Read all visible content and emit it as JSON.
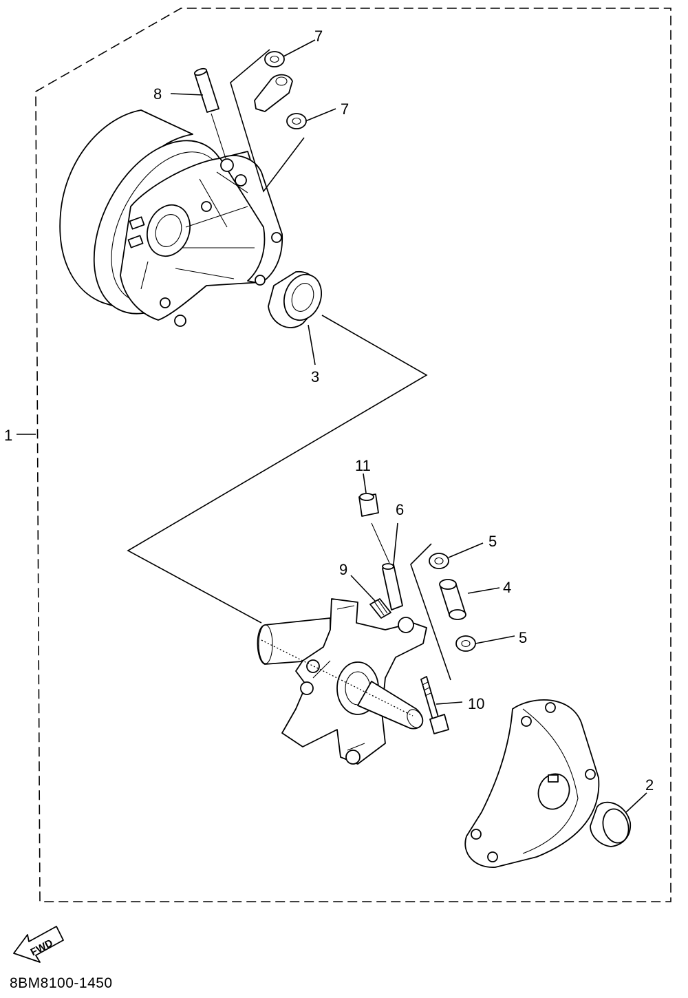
{
  "diagram": {
    "callouts": [
      {
        "id": "1",
        "text": "1"
      },
      {
        "id": "2",
        "text": "2"
      },
      {
        "id": "3",
        "text": "3"
      },
      {
        "id": "4",
        "text": "4"
      },
      {
        "id": "5a",
        "text": "5"
      },
      {
        "id": "5b",
        "text": "5"
      },
      {
        "id": "6",
        "text": "6"
      },
      {
        "id": "7a",
        "text": "7"
      },
      {
        "id": "7b",
        "text": "7"
      },
      {
        "id": "8",
        "text": "8"
      },
      {
        "id": "9",
        "text": "9"
      },
      {
        "id": "10",
        "text": "10"
      },
      {
        "id": "11",
        "text": "11"
      }
    ],
    "fwd_label": "FWD",
    "drawing_code": "8BM8100-1450"
  }
}
